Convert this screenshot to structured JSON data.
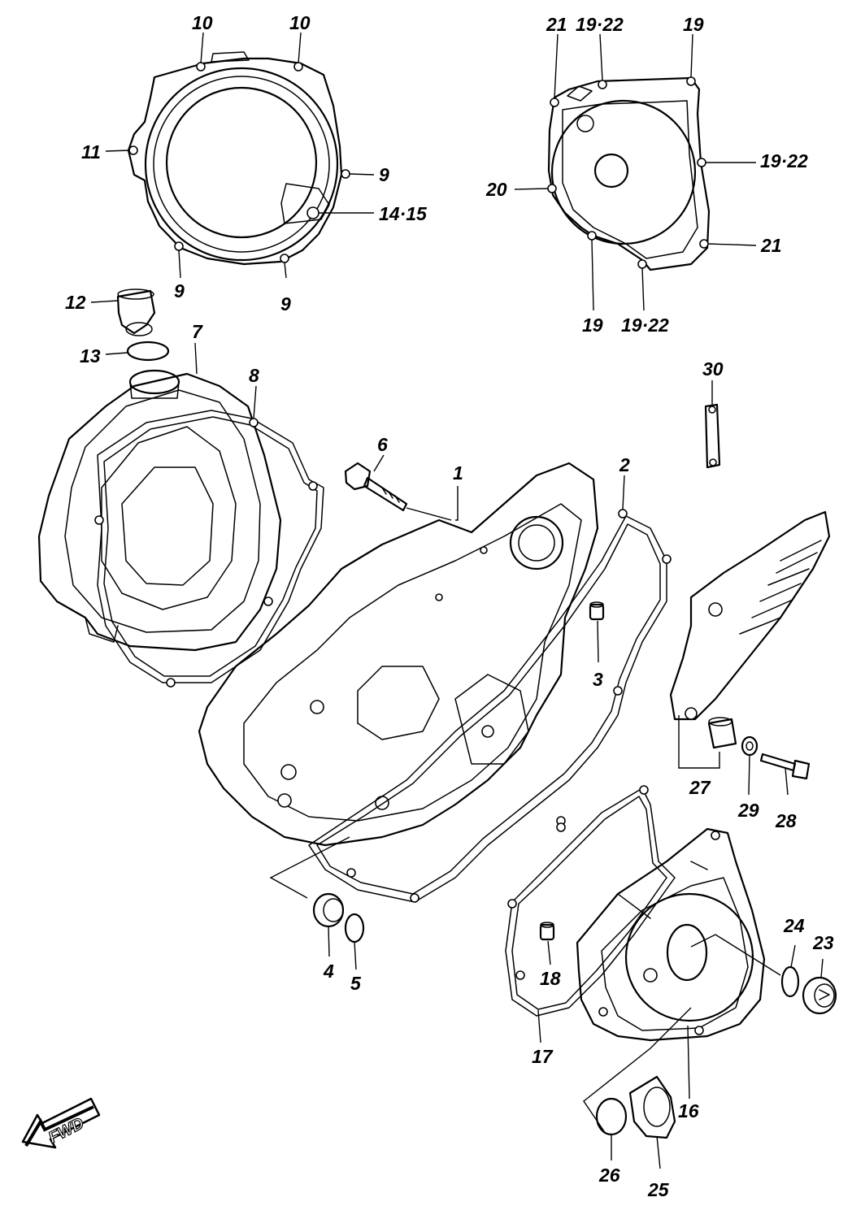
{
  "diagram": {
    "callouts": {
      "c10a": "10",
      "c10b": "10",
      "c11": "11",
      "c9a": "9",
      "c1415": "14·15",
      "c9b": "9",
      "c9c": "9",
      "c12": "12",
      "c13": "13",
      "c7": "7",
      "c8": "8",
      "c6": "6",
      "c1": "1",
      "c2": "2",
      "c3": "3",
      "c30": "30",
      "c21a": "21",
      "c1922a": "19·22",
      "c19a": "19",
      "c1922b": "19·22",
      "c20": "20",
      "c21b": "21",
      "c19b": "19",
      "c1922c": "19·22",
      "c27": "27",
      "c29": "29",
      "c28": "28",
      "c4": "4",
      "c5": "5",
      "c18": "18",
      "c17": "17",
      "c16": "16",
      "c24": "24",
      "c23": "23",
      "c26": "26",
      "c25": "25"
    },
    "fwd_badge": "FWD"
  }
}
